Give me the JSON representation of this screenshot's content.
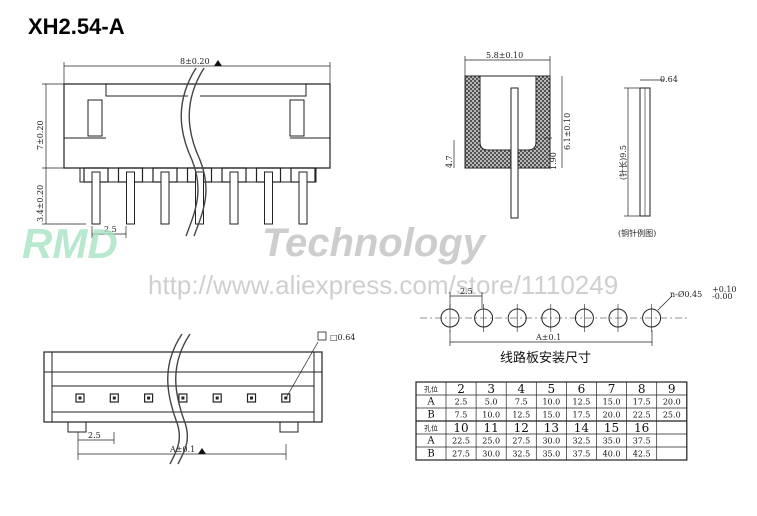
{
  "title": "XH2.54-A",
  "watermark": {
    "brand": "RMD",
    "word": "Technology",
    "url": "http://www.aliexpress.com/store/1110249"
  },
  "dims": {
    "front_width": "8±0.20",
    "front_height": "7±0.20",
    "pin_length": "3.4±0.20",
    "pitch_front": "2.5",
    "side_width": "5.8±0.10",
    "side_depth": "6.1±0.10",
    "side_small": "1.90",
    "side_left": "4.7",
    "pin_square": "0.64",
    "pin_total": "(针长)9.5",
    "pin_note": "(铜针例图)",
    "pcb_pitch": "2.5",
    "pcb_width": "A±0.1",
    "hole_size": "n-Ø0.45",
    "hole_tol_plus": "+0.10",
    "hole_tol_minus": "-0.00",
    "bottom_square": "□0.64",
    "bottom_pitch": "2.5",
    "bottom_width": "A±0.1"
  },
  "pcb_title": "线路板安装尺寸",
  "table": {
    "row_label": "孔位",
    "top": {
      "positions": [
        "2",
        "3",
        "4",
        "5",
        "6",
        "7",
        "8",
        "9"
      ],
      "A": [
        "2.5",
        "5.0",
        "7.5",
        "10.0",
        "12.5",
        "15.0",
        "17.5",
        "20.0"
      ],
      "B": [
        "7.5",
        "10.0",
        "12.5",
        "15.0",
        "17.5",
        "20.0",
        "22.5",
        "25.0"
      ]
    },
    "bottom": {
      "positions": [
        "10",
        "11",
        "12",
        "13",
        "14",
        "15",
        "16",
        ""
      ],
      "A": [
        "22.5",
        "25.0",
        "27.5",
        "30.0",
        "32.5",
        "35.0",
        "37.5",
        ""
      ],
      "B": [
        "27.5",
        "30.0",
        "32.5",
        "35.0",
        "37.5",
        "40.0",
        "42.5",
        ""
      ]
    },
    "labels": {
      "a": "A",
      "b": "B"
    }
  }
}
